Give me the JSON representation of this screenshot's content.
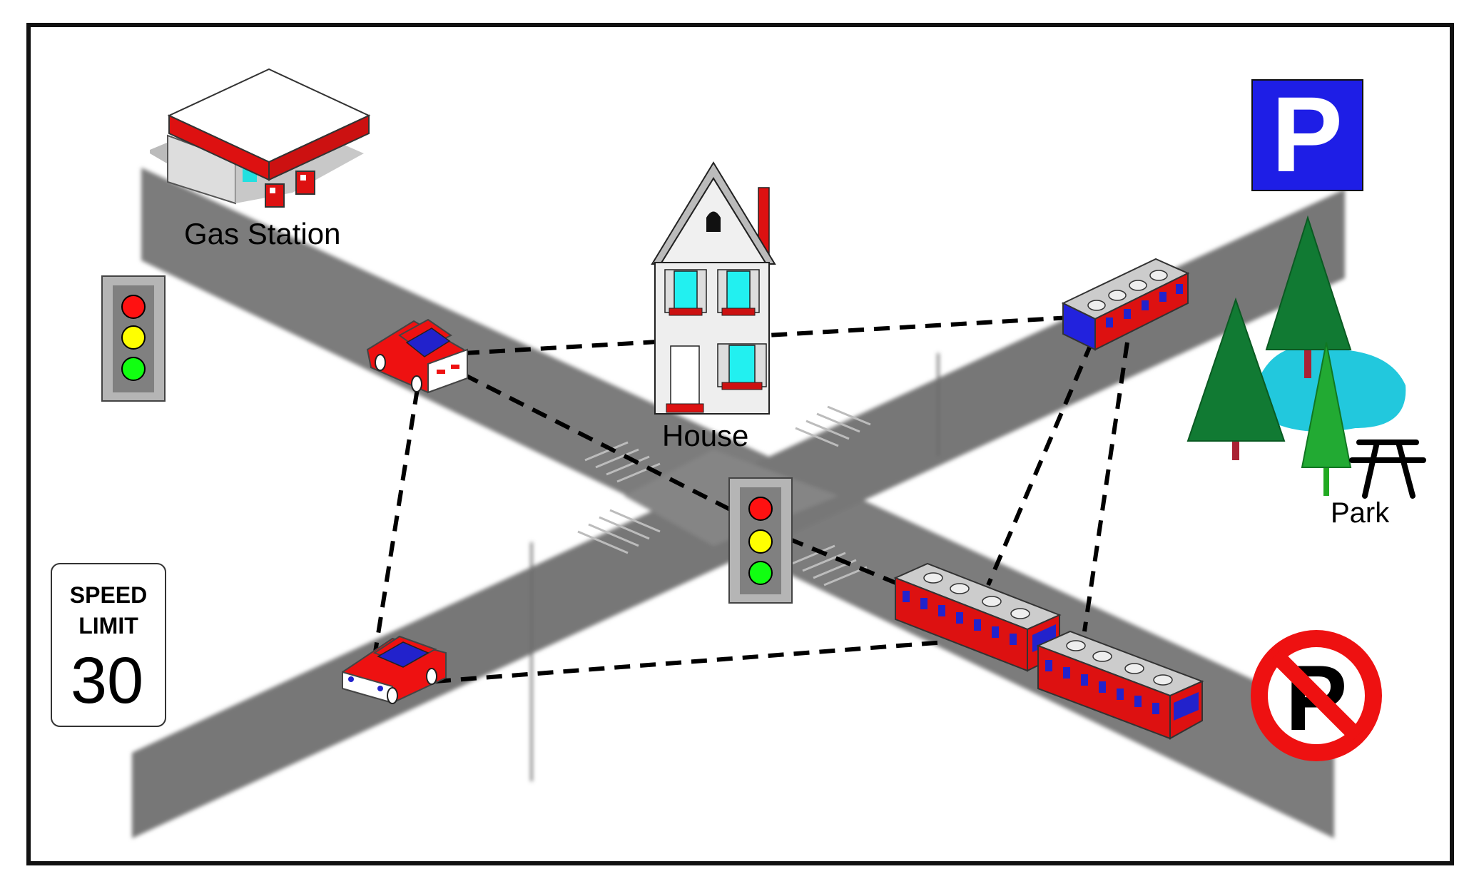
{
  "labels": {
    "gas_station": "Gas Station",
    "house": "House",
    "park": "Park"
  },
  "speed_sign": {
    "line1": "SPEED",
    "line2": "LIMIT",
    "value": "30"
  },
  "parking_sign": {
    "letter": "P"
  },
  "no_parking_sign": {
    "letter": "P"
  },
  "icons": [
    "gas-station-icon",
    "house-icon",
    "car-icon",
    "tram-icon",
    "traffic-light-icon",
    "parking-sign-icon",
    "no-parking-sign-icon",
    "speed-limit-sign-icon",
    "pine-tree-icon",
    "pond-icon",
    "picnic-table-icon"
  ],
  "colors": {
    "road": "#808080",
    "road_dark": "#6e6e6e",
    "vehicle_red": "#ee1111",
    "vehicle_blue": "#1a1acc",
    "parking_blue": "#1e1ee6",
    "tree_green": "#117a33",
    "pond": "#22c8dd",
    "window_cyan": "#22f0f0",
    "link_line": "#000000"
  }
}
